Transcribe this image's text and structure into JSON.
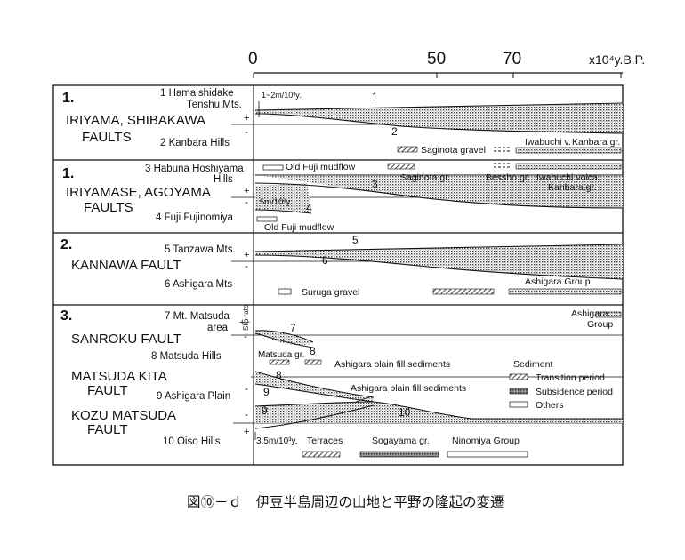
{
  "axis": {
    "ticks": [
      "0",
      "50",
      "70"
    ],
    "unit": "x10⁴y.B.P."
  },
  "panel1a": {
    "number": "1.",
    "title": [
      "IRIYAMA, SHIBAKAWA",
      "FAULTS"
    ],
    "site1": "1 Hamaishidake",
    "site1b": "Tenshu Mts.",
    "site2": "2 Kanbara Hills",
    "rate": "1~2m/10³y.",
    "curve_up": "1",
    "curve_down": "2",
    "seds": [
      "Saginota gravel",
      "Iwabuchi v.",
      "Kanbara gr."
    ]
  },
  "panel1b": {
    "number": "1.",
    "title": [
      "IRIYAMASE, AGOYAMA",
      "FAULTS"
    ],
    "site3": "3 Habuna Hoshiyama",
    "site3b": "Hills",
    "site4": "4 Fuji Fujinomiya",
    "rate": "5m/10³y.",
    "curve_up": "3",
    "curve_down": "4",
    "seds": [
      "Old Fuji mudflow",
      "Saginota gr.",
      "Bessho gr.",
      "Iwabuchi volca.",
      "Kanbara gr.",
      "Old Fuji mudflow"
    ]
  },
  "panel2": {
    "number": "2.",
    "title": "KANNAWA FAULT",
    "site5": "5 Tanzawa Mts.",
    "site6": "6 Ashigara Mts",
    "curve_up": "5",
    "curve_down": "6",
    "seds": [
      "Suruga gravel",
      "Ashigara Group"
    ]
  },
  "panel3": {
    "number": "3.",
    "slip_rate": "Slip rate",
    "faults": {
      "sanroku": "SANROKU FAULT",
      "matsuda_kita": [
        "MATSUDA KITA",
        "FAULT"
      ],
      "kozu_matsuda": [
        "KOZU MATSUDA",
        "FAULT"
      ]
    },
    "site7": [
      "7 Mt. Matsuda",
      "area"
    ],
    "site8": "8 Matsuda Hills",
    "site9": "9 Ashigara Plain",
    "site10": "10 Oiso Hills",
    "curves": [
      "7",
      "8",
      "8",
      "9",
      "9",
      "10"
    ],
    "rate": "3.5m/10³y.",
    "seds": [
      "Matsuda gr.",
      "Ashigara plain fill sediments",
      "Ashigara plain fill sediments",
      "Terraces",
      "Sogayama gr.",
      "Ninomiya Group",
      "Ashigara",
      "Group"
    ]
  },
  "legend": {
    "title": "Sediment",
    "items": [
      "Transition period",
      "Subsidence period",
      "Others"
    ]
  },
  "caption": "図⑩－ｄ　伊豆半島周辺の山地と平野の隆起の変遷"
}
